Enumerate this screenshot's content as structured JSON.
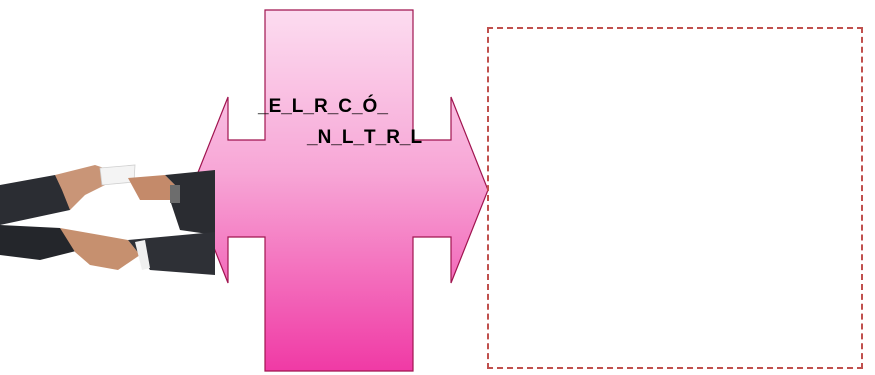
{
  "puzzle": {
    "line1": "_E_L_R_C_Ó_",
    "line2": "_N_L_T_R_L"
  },
  "colors": {
    "arrow_top": "#fcd9ef",
    "arrow_bottom": "#f03aa5",
    "arrow_stroke": "#a0144f",
    "box_border": "#c0504d"
  },
  "icons": {
    "photo": "handshake-business-card-photo"
  }
}
